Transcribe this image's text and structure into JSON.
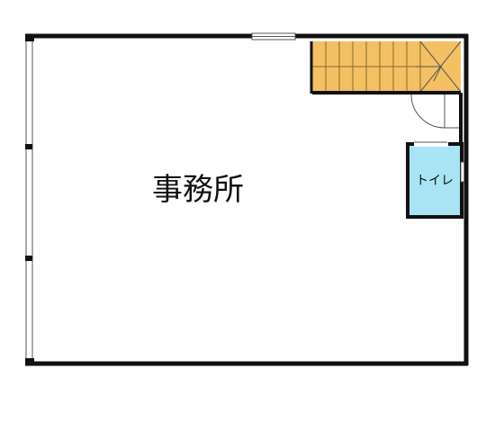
{
  "rooms": {
    "office": {
      "label": "事務所"
    },
    "toilet": {
      "label": "トイレ"
    }
  },
  "colors": {
    "wall": "#111111",
    "floor": "#ffffff",
    "stairs": "#f3c063",
    "toilet_floor": "#a8e4f4",
    "fixture_line": "#555555"
  },
  "stairs": {
    "treads": 8
  }
}
